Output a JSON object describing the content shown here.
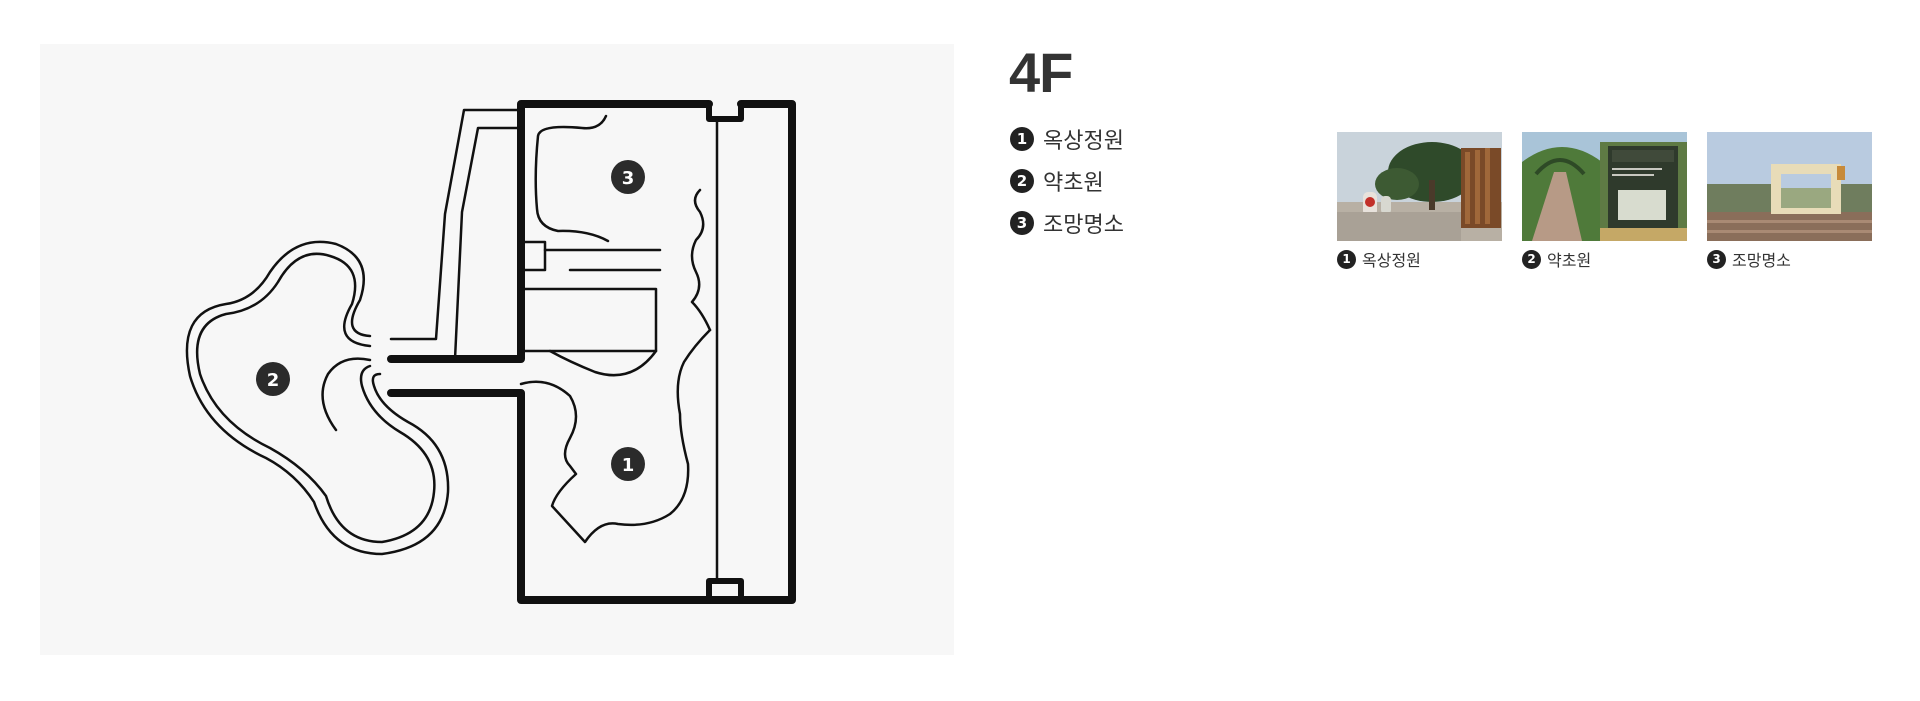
{
  "floor": {
    "title": "4F"
  },
  "legend": [
    {
      "num": "1",
      "label": "옥상정원"
    },
    {
      "num": "2",
      "label": "약초원"
    },
    {
      "num": "3",
      "label": "조망명소"
    }
  ],
  "map_markers": [
    {
      "num": "1",
      "label": "옥상정원"
    },
    {
      "num": "2",
      "label": "약초원"
    },
    {
      "num": "3",
      "label": "조망명소"
    }
  ],
  "photos": [
    {
      "num": "1",
      "caption": "옥상정원"
    },
    {
      "num": "2",
      "caption": "약초원"
    },
    {
      "num": "3",
      "caption": "조망명소"
    }
  ],
  "colors": {
    "map_background": "#f7f7f7",
    "map_lines": "#111111",
    "marker_fill": "#2b2b2b",
    "text": "#333333"
  }
}
